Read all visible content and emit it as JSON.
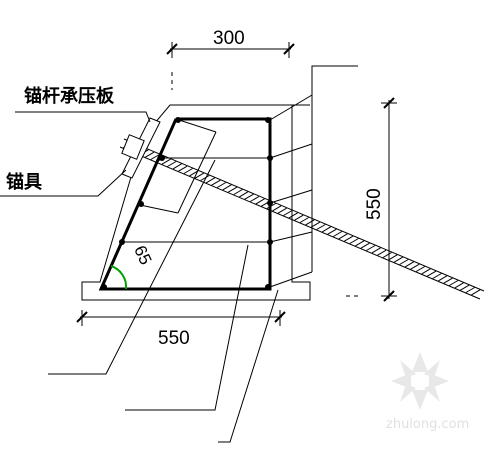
{
  "labels": {
    "anchor_bearing_plate": "锚杆承压板",
    "anchorage": "锚具"
  },
  "dimensions": {
    "top_width": "300",
    "bottom_width": "550",
    "height": "550",
    "angle": "65"
  },
  "watermark": {
    "text": "zhulong.com"
  },
  "colors": {
    "line": "#000000",
    "angle_arc": "#00a000",
    "watermark": "#c8c8c8"
  }
}
